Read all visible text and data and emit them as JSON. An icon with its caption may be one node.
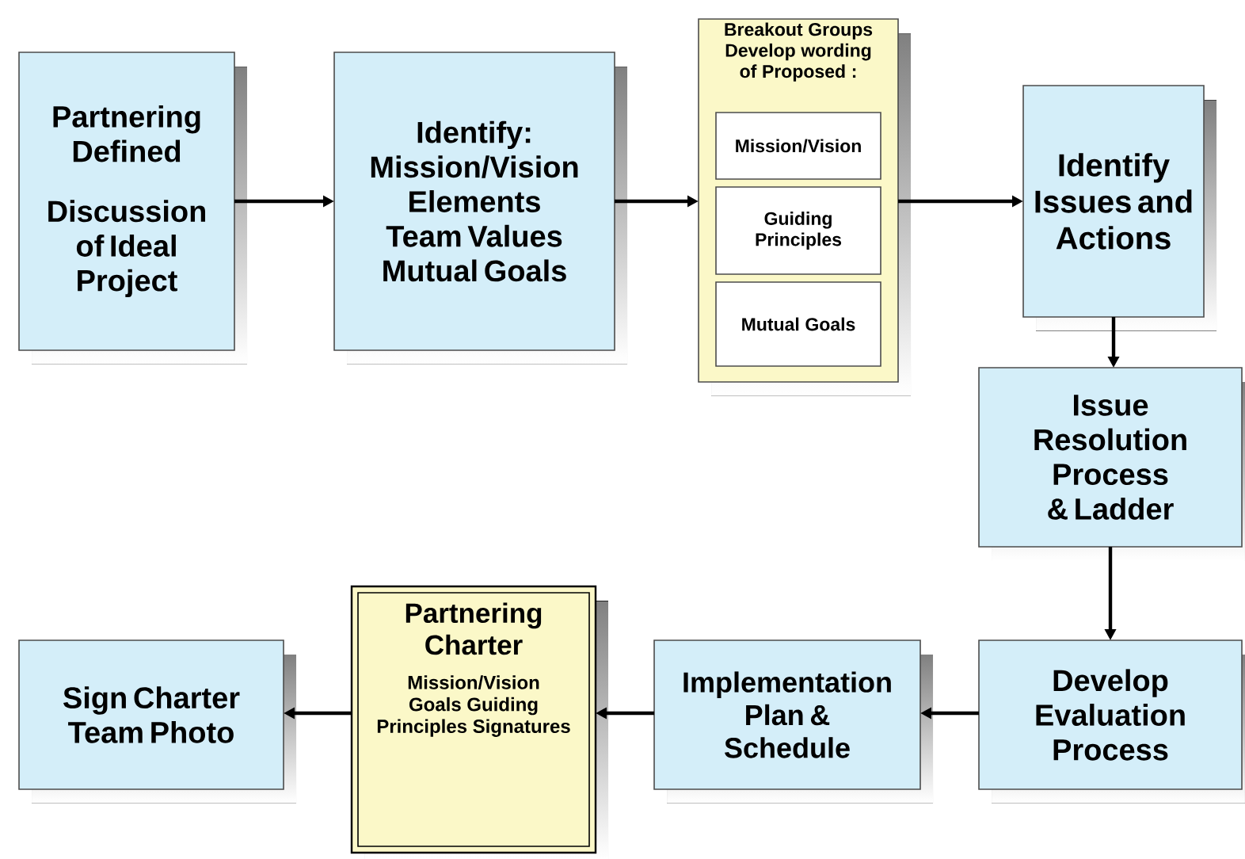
{
  "diagram": {
    "nodes": [
      {
        "text": [
          "Partnering Defined",
          "Discussion of Ideal Project"
        ]
      },
      {
        "text": [
          "Identify: Mission/Vision Elements Team Values Mutual Goals"
        ]
      },
      {
        "text": [
          "Breakout Groups Develop wording of Proposed :"
        ]
      },
      {
        "text": [
          "Mission/Vision"
        ],
        "in": 2
      },
      {
        "text": [
          "Guiding Principles"
        ],
        "in": 2
      },
      {
        "text": [
          "Mutual Goals"
        ],
        "in": 2
      },
      {
        "text": [
          "Identify Issues and Actions"
        ]
      },
      {
        "text": [
          "Issue Resolution Process & Ladder"
        ]
      },
      {
        "text": [
          "Develop Evaluation Process"
        ]
      },
      {
        "text": [
          "Implementation Plan & Schedule"
        ]
      },
      {
        "text": [
          "Partnering Charter",
          "Mission/Vision Goals Guiding Principles Signatures"
        ]
      },
      {
        "text": [
          "Sign Charter Team Photo"
        ]
      }
    ],
    "edges": [
      {
        "from": 0,
        "to": 1,
        "arrow": "to"
      },
      {
        "from": 1,
        "to": 2,
        "arrow": "to"
      },
      {
        "from": 2,
        "to": 6,
        "arrow": "to"
      },
      {
        "from": 6,
        "to": 7,
        "arrow": "to"
      },
      {
        "from": 7,
        "to": 8,
        "arrow": "to"
      },
      {
        "from": 8,
        "to": 9,
        "arrow": "to"
      },
      {
        "from": 9,
        "to": 10,
        "arrow": "to"
      },
      {
        "from": 10,
        "to": 11,
        "arrow": "to"
      }
    ]
  }
}
